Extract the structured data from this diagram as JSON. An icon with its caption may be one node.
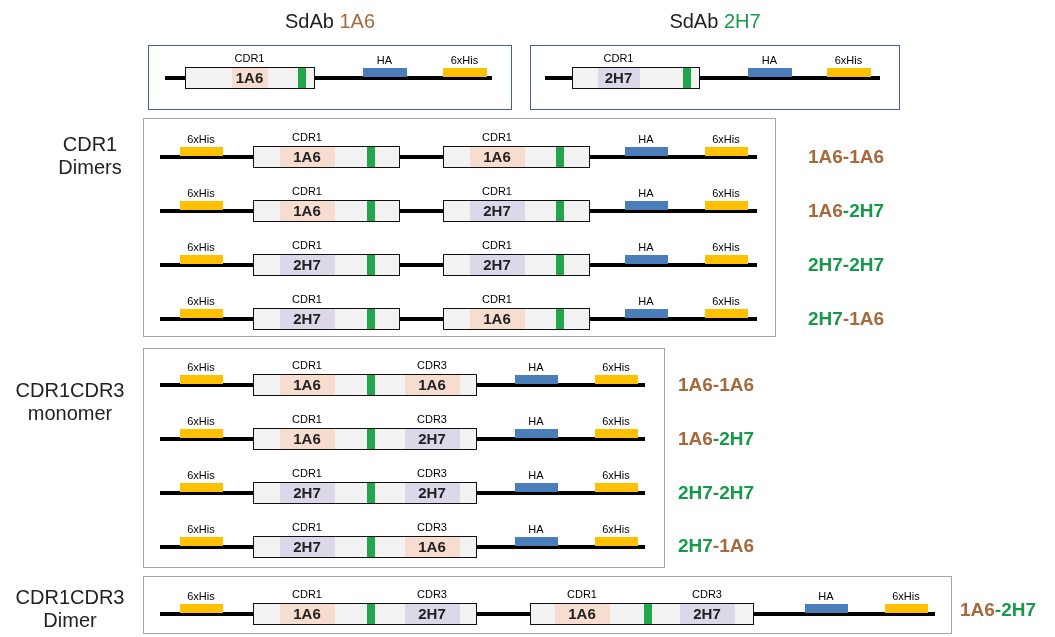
{
  "diagram": {
    "nodes": [
      {
        "text": [
          "SdAb 1A6"
        ]
      },
      {
        "text": [],
        "shape": "box",
        "in": 0
      },
      {
        "text": [
          "CDR1",
          "1A6"
        ],
        "in": 1
      },
      {
        "text": [
          "HA"
        ],
        "in": 0
      },
      {
        "text": [
          "6xHis"
        ],
        "in": 0
      },
      {
        "text": [
          "SdAb 2H7"
        ]
      },
      {
        "text": [],
        "shape": "box",
        "in": 5
      },
      {
        "text": [
          "CDR1",
          "2H7"
        ],
        "in": 6
      },
      {
        "text": [
          "HA"
        ],
        "in": 5
      },
      {
        "text": [
          "6xHis"
        ],
        "in": 5
      },
      {
        "text": [
          "CDR1 Dimers"
        ]
      },
      {
        "text": [
          "6xHis"
        ],
        "in": 10
      },
      {
        "text": [],
        "shape": "box",
        "in": 10
      },
      {
        "text": [
          "CDR1",
          "1A6"
        ],
        "in": 12
      },
      {
        "text": [],
        "shape": "box",
        "in": 10
      },
      {
        "text": [
          "CDR1",
          "1A6"
        ],
        "in": 14
      },
      {
        "text": [
          "HA"
        ],
        "in": 10
      },
      {
        "text": [
          "6xHis"
        ],
        "in": 10
      },
      {
        "text": [
          "6xHis"
        ],
        "in": 10
      },
      {
        "text": [],
        "shape": "box",
        "in": 10
      },
      {
        "text": [
          "CDR1",
          "1A6"
        ],
        "in": 19
      },
      {
        "text": [],
        "shape": "box",
        "in": 10
      },
      {
        "text": [
          "CDR1",
          "2H7"
        ],
        "in": 21
      },
      {
        "text": [
          "HA"
        ],
        "in": 10
      },
      {
        "text": [
          "6xHis"
        ],
        "in": 10
      },
      {
        "text": [
          "6xHis"
        ],
        "in": 10
      },
      {
        "text": [],
        "shape": "box",
        "in": 10
      },
      {
        "text": [
          "CDR1",
          "2H7"
        ],
        "in": 26
      },
      {
        "text": [],
        "shape": "box",
        "in": 10
      },
      {
        "text": [
          "CDR1",
          "2H7"
        ],
        "in": 28
      },
      {
        "text": [
          "HA"
        ],
        "in": 10
      },
      {
        "text": [
          "6xHis"
        ],
        "in": 10
      },
      {
        "text": [
          "6xHis"
        ],
        "in": 10
      },
      {
        "text": [],
        "shape": "box",
        "in": 10
      },
      {
        "text": [
          "CDR1",
          "2H7"
        ],
        "in": 33
      },
      {
        "text": [],
        "shape": "box",
        "in": 10
      },
      {
        "text": [
          "CDR1",
          "1A6"
        ],
        "in": 35
      },
      {
        "text": [
          "HA"
        ],
        "in": 10
      },
      {
        "text": [
          "6xHis"
        ],
        "in": 10
      },
      {
        "text": [
          "CDR1CDR3 monomer"
        ]
      },
      {
        "text": [
          "6xHis"
        ],
        "in": 39
      },
      {
        "text": [],
        "shape": "box",
        "in": 39
      },
      {
        "text": [
          "CDR1",
          "1A6"
        ],
        "in": 41
      },
      {
        "text": [
          "CDR3",
          "1A6"
        ],
        "in": 41
      },
      {
        "text": [
          "HA"
        ],
        "in": 39
      },
      {
        "text": [
          "6xHis"
        ],
        "in": 39
      },
      {
        "text": [
          "6xHis"
        ],
        "in": 39
      },
      {
        "text": [],
        "shape": "box",
        "in": 39
      },
      {
        "text": [
          "CDR1",
          "1A6"
        ],
        "in": 47
      },
      {
        "text": [
          "CDR3",
          "2H7"
        ],
        "in": 47
      },
      {
        "text": [
          "HA"
        ],
        "in": 39
      },
      {
        "text": [
          "6xHis"
        ],
        "in": 39
      },
      {
        "text": [
          "6xHis"
        ],
        "in": 39
      },
      {
        "text": [],
        "shape": "box",
        "in": 39
      },
      {
        "text": [
          "CDR1",
          "2H7"
        ],
        "in": 53
      },
      {
        "text": [
          "CDR3",
          "2H7"
        ],
        "in": 53
      },
      {
        "text": [
          "HA"
        ],
        "in": 39
      },
      {
        "text": [
          "6xHis"
        ],
        "in": 39
      },
      {
        "text": [
          "6xHis"
        ],
        "in": 39
      },
      {
        "text": [],
        "shape": "box",
        "in": 39
      },
      {
        "text": [
          "CDR1",
          "2H7"
        ],
        "in": 59
      },
      {
        "text": [
          "CDR3",
          "1A6"
        ],
        "in": 59
      },
      {
        "text": [
          "HA"
        ],
        "in": 39
      },
      {
        "text": [
          "6xHis"
        ],
        "in": 39
      },
      {
        "text": [
          "CDR1CDR3 Dimer"
        ]
      },
      {
        "text": [
          "6xHis"
        ],
        "in": 64
      },
      {
        "text": [],
        "shape": "box",
        "in": 64
      },
      {
        "text": [
          "CDR1",
          "1A6"
        ],
        "in": 66
      },
      {
        "text": [
          "CDR3",
          "2H7"
        ],
        "in": 66
      },
      {
        "text": [],
        "shape": "box",
        "in": 64
      },
      {
        "text": [
          "CDR1",
          "1A6"
        ],
        "in": 69
      },
      {
        "text": [
          "CDR3",
          "2H7"
        ],
        "in": 69
      },
      {
        "text": [
          "HA"
        ],
        "in": 64
      },
      {
        "text": [
          "6xHis"
        ],
        "in": 64
      }
    ],
    "labels": [
      "1A6-1A6",
      "1A6-2H7",
      "2H7-2H7",
      "2H7-1A6",
      "1A6-1A6",
      "1A6-2H7",
      "2H7-2H7",
      "2H7-1A6",
      "1A6-2H7"
    ]
  }
}
